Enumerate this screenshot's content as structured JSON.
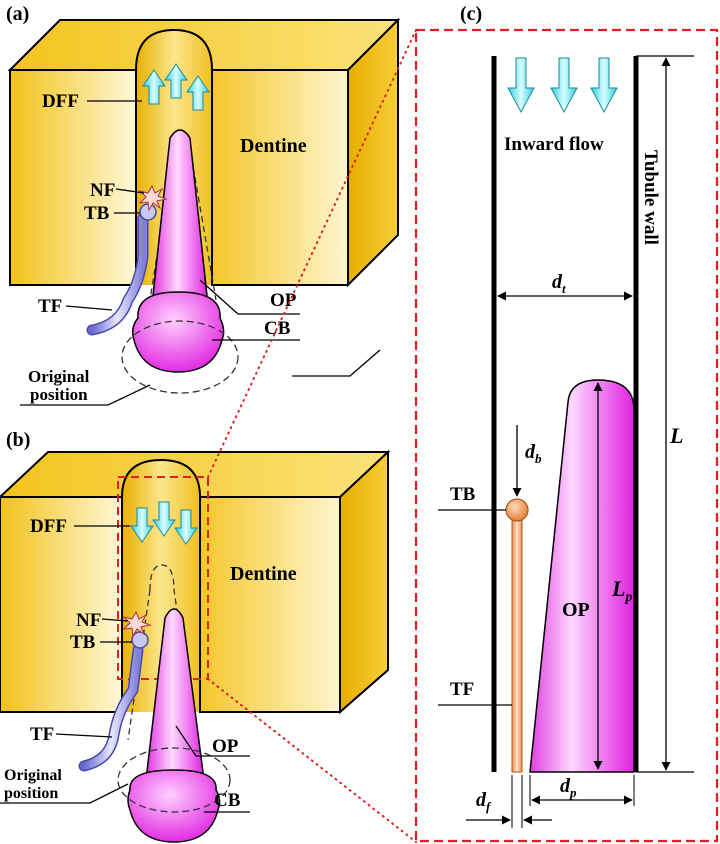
{
  "panels": {
    "a": {
      "tag": "(a)",
      "dff": "DFF",
      "dentine": "Dentine",
      "nf": "NF",
      "tb": "TB",
      "tf": "TF",
      "op": "OP",
      "cb": "CB",
      "original_line1": "Original",
      "original_line2": "position"
    },
    "b": {
      "tag": "(b)",
      "dff": "DFF",
      "dentine": "Dentine",
      "nf": "NF",
      "tb": "TB",
      "tf": "TF",
      "op": "OP",
      "cb": "CB",
      "original_line1": "Original",
      "original_line2": "position"
    },
    "c": {
      "tag": "(c)",
      "inward_flow": "Inward flow",
      "tubule_wall": "Tubule wall",
      "dt": "d",
      "dt_sub": "t",
      "db": "d",
      "db_sub": "b",
      "tb": "TB",
      "tf": "TF",
      "op": "OP",
      "lp": "L",
      "lp_sub": "p",
      "L": "L",
      "df": "d",
      "df_sub": "f",
      "dp": "d",
      "dp_sub": "p"
    }
  },
  "colors": {
    "dentine": "#f5c518",
    "dentine_light": "#fff6cc",
    "process": "#e040e0",
    "process_light": "#ffd6ff",
    "fiber": "#8080d8",
    "arrow": "#40e0e8",
    "bulb": "#f0a060",
    "dash_box": "#e02020"
  }
}
